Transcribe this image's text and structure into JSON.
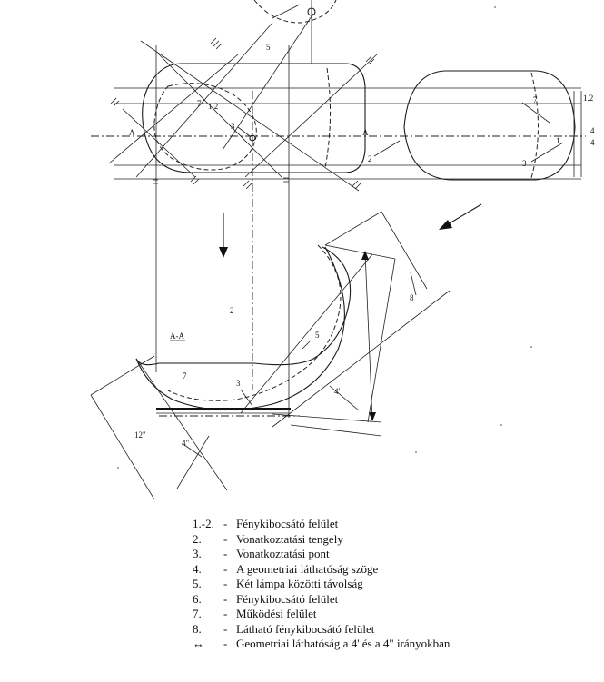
{
  "figure": {
    "markers": {
      "section_a": "A",
      "section_aa": "A-A",
      "n1_2": "1.2",
      "n2": "2",
      "n3": "3",
      "n4": "4",
      "n4p": "4'",
      "n4pp": "4\"",
      "n5": "5",
      "n7": "7",
      "n8": "8",
      "n12pp": "12\""
    }
  },
  "legend": {
    "items": [
      {
        "num": "1.-2.",
        "sep": "-",
        "text": "Fénykibocsátó felület"
      },
      {
        "num": "2.",
        "sep": "-",
        "text": "Vonatkoztatási tengely"
      },
      {
        "num": "3.",
        "sep": "-",
        "text": "Vonatkoztatási pont"
      },
      {
        "num": "4.",
        "sep": "-",
        "text": "A geometriai láthatóság szöge"
      },
      {
        "num": "5.",
        "sep": "-",
        "text": "Két lámpa közötti távolság"
      },
      {
        "num": "6.",
        "sep": "-",
        "text": "Fénykibocsátó felület"
      },
      {
        "num": "7.",
        "sep": "-",
        "text": "Működési felület"
      },
      {
        "num": "8.",
        "sep": "-",
        "text": "Látható fénykibocsátó felület"
      },
      {
        "num": "↔",
        "sep": "-",
        "text": "Geometriai láthatóság a 4' és a 4\" irányokban"
      }
    ]
  }
}
